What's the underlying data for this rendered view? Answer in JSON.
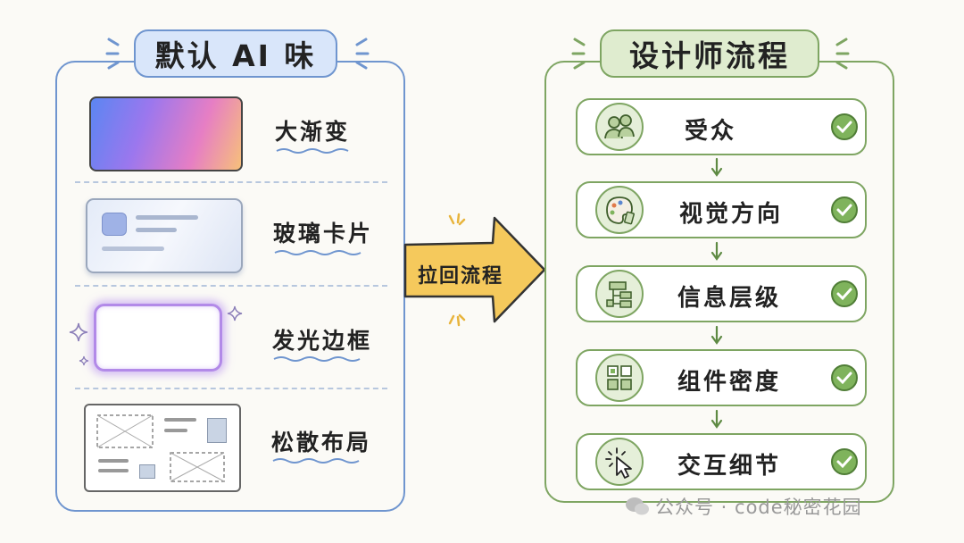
{
  "left": {
    "title": "默认 AI 味",
    "items": [
      {
        "label": "大渐变"
      },
      {
        "label": "玻璃卡片"
      },
      {
        "label": "发光边框"
      },
      {
        "label": "松散布局"
      }
    ],
    "border_color": "#6f95cf"
  },
  "arrow": {
    "label": "拉回流程",
    "color": "#f5c95c"
  },
  "right": {
    "title": "设计师流程",
    "steps": [
      {
        "label": "受众",
        "icon": "audience-icon"
      },
      {
        "label": "视觉方向",
        "icon": "palette-icon"
      },
      {
        "label": "信息层级",
        "icon": "hierarchy-icon"
      },
      {
        "label": "组件密度",
        "icon": "grid-icon"
      },
      {
        "label": "交互细节",
        "icon": "cursor-click-icon"
      }
    ],
    "border_color": "#7ea562",
    "check_color": "#7fb35c"
  },
  "watermark": "公众号 · code秘密花园"
}
